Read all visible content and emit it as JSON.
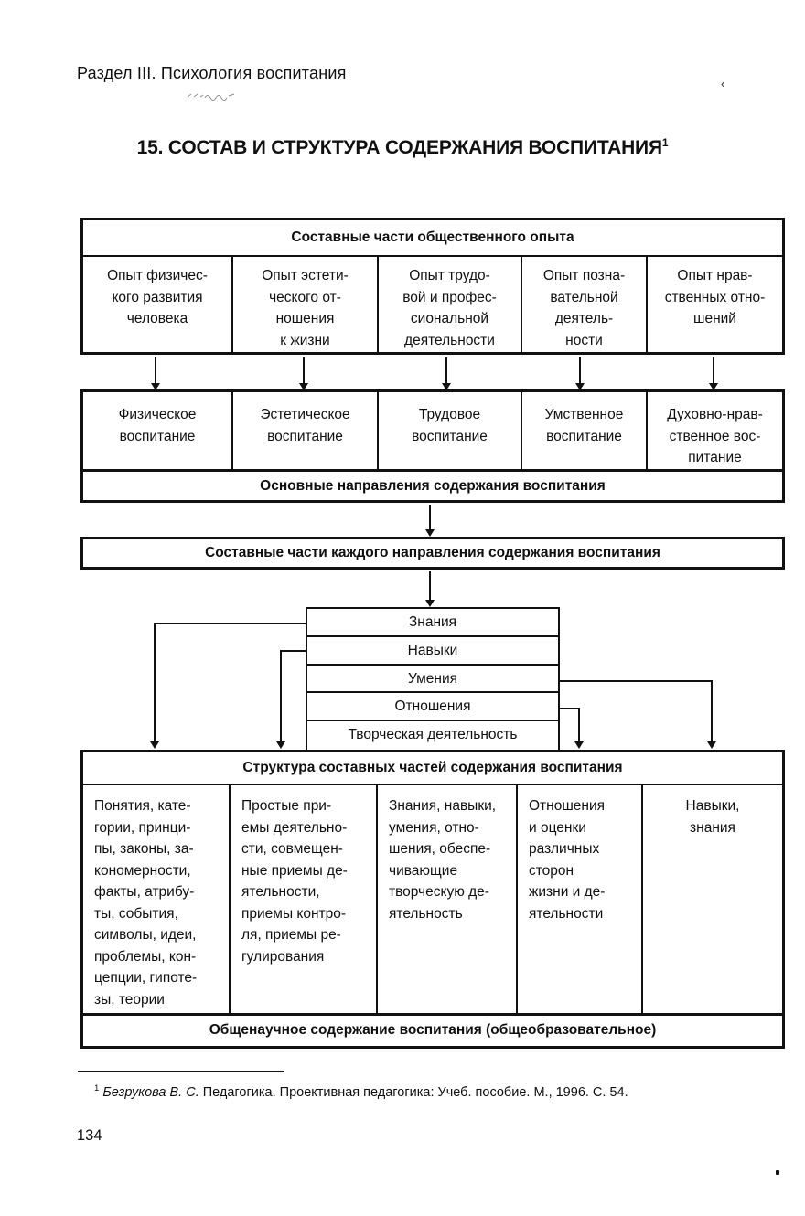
{
  "page": {
    "section_header": "Раздел III. Психология воспитания",
    "title": "15. СОСТАВ И СТРУКТУРА СОДЕРЖАНИЯ ВОСПИТАНИЯ",
    "title_superscript": "1",
    "page_number": "134",
    "footnote": {
      "marker": "1",
      "author": "Безрукова В. С.",
      "text": " Педагогика. Проективная педагогика: Учеб. пособие. М., 1996. С. 54."
    },
    "ink_color": "#111111",
    "paper_color": "#ffffff"
  },
  "diagram": {
    "table_social_experience": {
      "header": "Составные части общественного опыта",
      "cells": [
        [
          "Опыт физичес-",
          "кого развития",
          "человека"
        ],
        [
          "Опыт эстети-",
          "ческого от-",
          "ношения",
          "к жизни"
        ],
        [
          "Опыт трудо-",
          "вой и профес-",
          "сиональной",
          "деятельности"
        ],
        [
          "Опыт позна-",
          "вательной",
          "деятель-",
          "ности"
        ],
        [
          "Опыт нрав-",
          "ственных отно-",
          "шений"
        ]
      ]
    },
    "table_directions": {
      "cells": [
        [
          "Физическое",
          "воспитание"
        ],
        [
          "Эстетическое",
          "воспитание"
        ],
        [
          "Трудовое",
          "воспитание"
        ],
        [
          "Умственное",
          "воспитание"
        ],
        [
          "Духовно-нрав-",
          "ственное вос-",
          "питание"
        ]
      ],
      "footer": "Основные направления содержания воспитания"
    },
    "banner_components": "Составные части каждого направления содержания воспитания",
    "stack": [
      "Знания",
      "Навыки",
      "Умения",
      "Отношения",
      "Творческая деятельность"
    ],
    "table_structure": {
      "header": "Структура составных частей содержания воспитания",
      "cells": [
        [
          "Понятия, кате-",
          "гории, принци-",
          "пы, законы, за-",
          "кономерности,",
          "факты, атрибу-",
          "ты, события,",
          "символы, идеи,",
          "проблемы, кон-",
          "цепции, гипоте-",
          "зы, теории"
        ],
        [
          "Простые при-",
          "емы деятельно-",
          "сти, совмещен-",
          "ные приемы де-",
          "ятельности,",
          "приемы контро-",
          "ля, приемы ре-",
          "гулирования"
        ],
        [
          "Знания, навыки,",
          "умения, отно-",
          "шения, обеспе-",
          "чивающие",
          "творческую де-",
          "ятельность"
        ],
        [
          "Отношения",
          "и оценки",
          "различных",
          "сторон",
          "жизни и де-",
          "ятельности"
        ],
        [
          "Навыки,",
          "знания"
        ]
      ],
      "footer": "Общенаучное содержание воспитания (общеобразовательное)"
    }
  }
}
